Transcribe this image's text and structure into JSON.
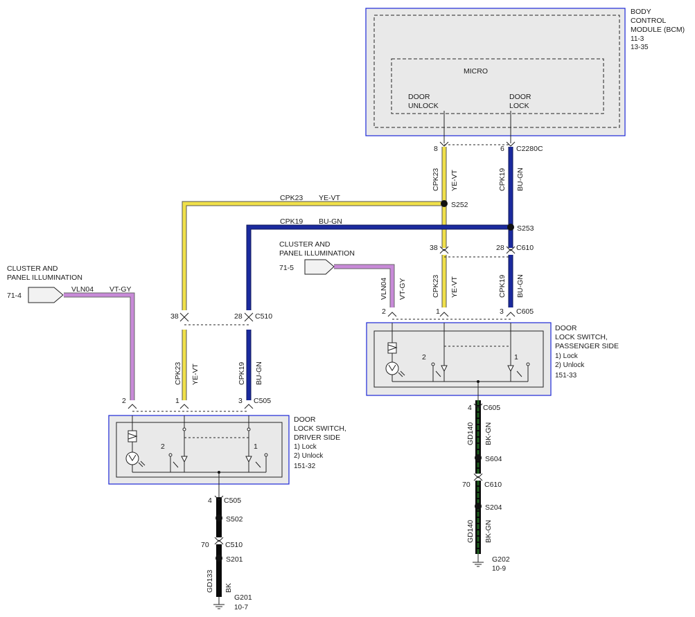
{
  "colors": {
    "ye_vt": "#f0e04a",
    "bu_gn": "#1b2a9e",
    "bk": "#0a0a0a",
    "bk_gn": "#1f5e1f",
    "vt_gy": "#c88ad8",
    "module_border": "#1c27d6"
  },
  "bcm": {
    "title": [
      "BODY",
      "CONTROL",
      "MODULE (BCM)",
      "11-3",
      "13-35"
    ],
    "micro": "MICRO",
    "unlock_label": [
      "DOOR",
      "UNLOCK"
    ],
    "lock_label": [
      "DOOR",
      "LOCK"
    ],
    "pin_unlock": "8",
    "pin_lock": "6",
    "connector": "C2280C"
  },
  "wires": {
    "cpk23": "CPK23",
    "ye_vt": "YE-VT",
    "cpk19": "CPK19",
    "bu_gn": "BU-GN",
    "vln04": "VLN04",
    "vt_gy": "VT-GY",
    "gd140": "GD140",
    "bk_gn": "BK-GN",
    "gd133": "GD133",
    "bk": "BK"
  },
  "splices": {
    "s252": "S252",
    "s253": "S253",
    "s604": "S604",
    "s204": "S204",
    "s502": "S502",
    "s201": "S201"
  },
  "connectors": {
    "c610": "C610",
    "c605": "C605",
    "c510": "C510",
    "c505": "C505"
  },
  "pins": {
    "p38": "38",
    "p28": "28",
    "p1": "1",
    "p2": "2",
    "p3": "3",
    "p4": "4",
    "p70": "70"
  },
  "cluster_right": {
    "title": [
      "CLUSTER AND",
      "PANEL ILLUMINATION"
    ],
    "ref": "71-5"
  },
  "cluster_left": {
    "title": [
      "CLUSTER AND",
      "PANEL ILLUMINATION"
    ],
    "ref": "71-4"
  },
  "passenger_switch": {
    "title": [
      "DOOR",
      "LOCK SWITCH,",
      "PASSENGER SIDE"
    ],
    "items": [
      "1) Lock",
      "2) Unlock"
    ],
    "ref": "151-33"
  },
  "driver_switch": {
    "title": [
      "DOOR",
      "LOCK SWITCH,",
      "DRIVER SIDE"
    ],
    "items": [
      "1) Lock",
      "2) Unlock"
    ],
    "ref": "151-32"
  },
  "grounds": {
    "g202": "G202",
    "g202_ref": "10-9",
    "g201": "G201",
    "g201_ref": "10-7"
  }
}
